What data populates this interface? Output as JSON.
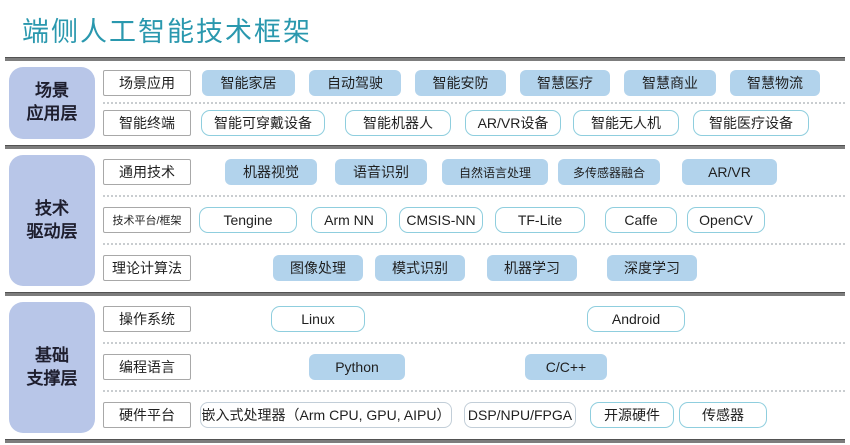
{
  "title": "端侧人工智能技术框架",
  "colors": {
    "title_text": "#2a98ae",
    "layer_label_fill": "#b8c6e8",
    "filled_box_fill": "#b2d3ec",
    "outline_box_border": "#8fcede",
    "separator_line": "#7d7d7d"
  },
  "sections": [
    {
      "label": "场景\n应用层",
      "rows": [
        {
          "header": "场景应用",
          "items": [
            "智能家居",
            "自动驾驶",
            "智能安防",
            "智慧医疗",
            "智慧商业",
            "智慧物流"
          ]
        },
        {
          "header": "智能终端",
          "items": [
            "智能可穿戴设备",
            "智能机器人",
            "AR/VR设备",
            "智能无人机",
            "智能医疗设备"
          ]
        }
      ]
    },
    {
      "label": "技术\n驱动层",
      "rows": [
        {
          "header": "通用技术",
          "items": [
            "机器视觉",
            "语音识别",
            "自然语言处理",
            "多传感器融合",
            "AR/VR"
          ]
        },
        {
          "header": "技术平台/框架",
          "items": [
            "Tengine",
            "Arm NN",
            "CMSIS-NN",
            "TF-Lite",
            "Caffe",
            "OpenCV"
          ]
        },
        {
          "header": "理论计算法",
          "items": [
            "图像处理",
            "模式识别",
            "机器学习",
            "深度学习"
          ]
        }
      ]
    },
    {
      "label": "基础\n支撑层",
      "rows": [
        {
          "header": "操作系统",
          "items": [
            "Linux",
            "Android"
          ]
        },
        {
          "header": "编程语言",
          "items": [
            "Python",
            "C/C++"
          ]
        },
        {
          "header": "硬件平台",
          "items": [
            "嵌入式处理器（Arm CPU, GPU, AIPU）",
            "DSP/NPU/FPGA",
            "开源硬件",
            "传感器"
          ]
        }
      ]
    }
  ]
}
